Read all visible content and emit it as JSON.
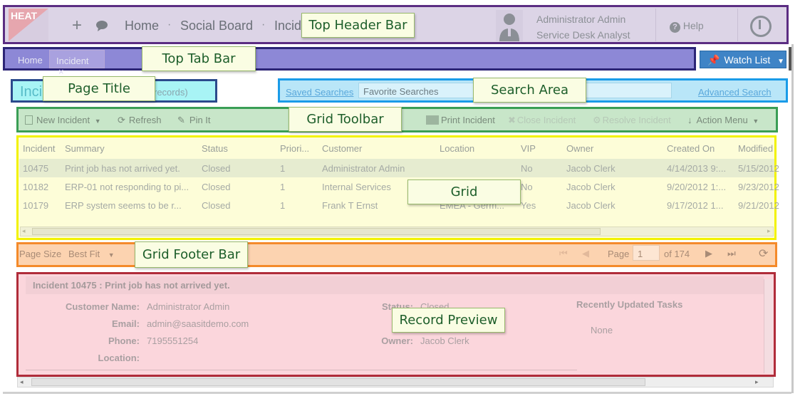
{
  "header": {
    "logo_text": "HEAT",
    "nav": [
      "Home",
      "Social Board",
      "Incid"
    ],
    "separator": "·",
    "user_name": "Administrator Admin",
    "user_role": "Service Desk Analyst",
    "help_label": "Help"
  },
  "tabs": [
    {
      "label": "Home"
    },
    {
      "label": "Incident",
      "close": "×"
    }
  ],
  "watch_list": {
    "label": "Watch List"
  },
  "page_title": {
    "text": "Inci",
    "count": "records)"
  },
  "search": {
    "saved": "Saved Searches",
    "favorite": "Favorite Searches",
    "advanced": "Advanced Search"
  },
  "toolbar": {
    "new_incident": "New Incident",
    "refresh": "Refresh",
    "pin": "Pin It",
    "print": "Print Incident",
    "close": "Close Incident",
    "resolve": "Resolve Incident",
    "action_menu": "Action Menu"
  },
  "grid": {
    "columns": [
      "Incident",
      "Summary",
      "Status",
      "Priori...",
      "Customer",
      "Location",
      "VIP",
      "Owner",
      "Created On",
      "Modified"
    ],
    "rows": [
      [
        "10475",
        "Print job has not arrived yet.",
        "Closed",
        "1",
        "Administrator Admin",
        "",
        "No",
        "Jacob Clerk",
        "4/14/2013 9:...",
        "5/15/2012"
      ],
      [
        "10182",
        "ERP-01 not responding to pi...",
        "Closed",
        "1",
        "Internal Services",
        "",
        "No",
        "Jacob Clerk",
        "9/20/2012 1:...",
        "9/23/2012"
      ],
      [
        "10179",
        "ERP system seems to be r...",
        "Closed",
        "1",
        "Frank T Ernst",
        "EMEA - Germ...",
        "Yes",
        "Jacob Clerk",
        "9/17/2012 1...",
        "9/21/2012"
      ]
    ]
  },
  "footer": {
    "page_size_label": "Page Size",
    "page_size_value": "Best Fit",
    "page_label": "Page",
    "page_value": "1",
    "page_total": "of 174"
  },
  "preview": {
    "title": "Incident 10475 : Print job has not arrived yet.",
    "customer_label": "Customer Name:",
    "customer_value": "Administrator Admin",
    "email_label": "Email:",
    "email_value": "admin@saasitdemo.com",
    "phone_label": "Phone:",
    "phone_value": "7195551254",
    "location_label": "Location:",
    "status_label": "Status:",
    "status_value": "Closed",
    "team_label": "Te",
    "owner_label": "Owner:",
    "owner_value": "Jacob Clerk",
    "recent_title": "Recently Updated Tasks",
    "recent_value": "None"
  },
  "callouts": {
    "header": "Top Header Bar",
    "tabs": "Top Tab Bar",
    "title": "Page Title",
    "search": "Search Area",
    "toolbar": "Grid Toolbar",
    "grid": "Grid",
    "footer": "Grid Footer Bar",
    "preview": "Record Preview"
  },
  "colors": {
    "header": "#5b2d82",
    "tabs": "#2c2576",
    "title": "#2b4a8c",
    "search": "#1a9be8",
    "toolbar": "#3a9e55",
    "grid": "#f2f200",
    "footer": "#f48a2a",
    "preview": "#b02c3a"
  }
}
